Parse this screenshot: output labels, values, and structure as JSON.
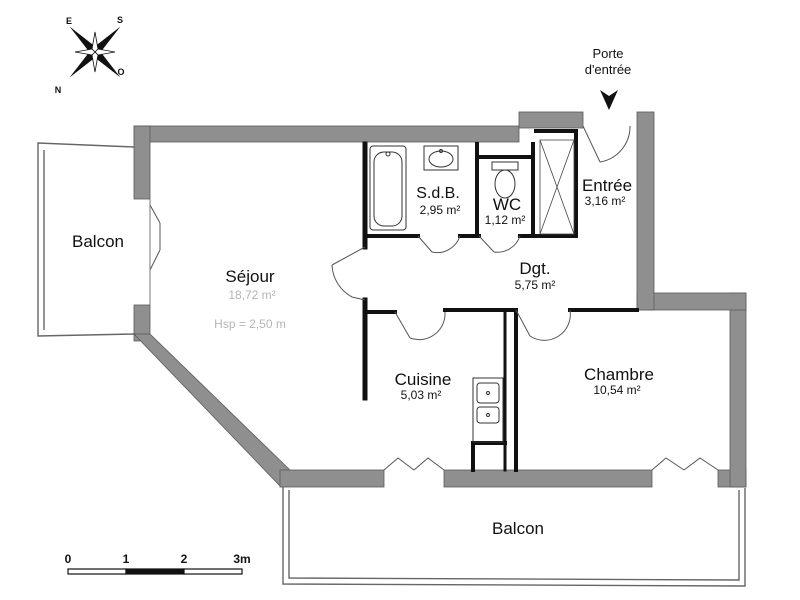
{
  "rooms": {
    "sejour": {
      "name": "Séjour",
      "area": "18,72 m²",
      "height": "Hsp = 2,50 m"
    },
    "sdb": {
      "name": "S.d.B.",
      "area": "2,95 m²"
    },
    "wc": {
      "name": "WC",
      "area": "1,12 m²"
    },
    "entree": {
      "name": "Entrée",
      "area": "3,16 m²"
    },
    "dgt": {
      "name": "Dgt.",
      "area": "5,75 m²"
    },
    "cuisine": {
      "name": "Cuisine",
      "area": "5,03 m²"
    },
    "chambre": {
      "name": "Chambre",
      "area": "10,54 m²"
    },
    "balcon_w": {
      "name": "Balcon"
    },
    "balcon_s": {
      "name": "Balcon"
    }
  },
  "entrance": {
    "line1": "Porte",
    "line2": "d'entrée"
  },
  "compass": {
    "n": "N",
    "s": "S",
    "e": "E",
    "o": "O"
  },
  "scale": {
    "ticks": [
      "0",
      "1",
      "2",
      "3m"
    ]
  },
  "colors": {
    "wall": "#8f8f8f",
    "partition": "#111111",
    "line": "#555555"
  }
}
